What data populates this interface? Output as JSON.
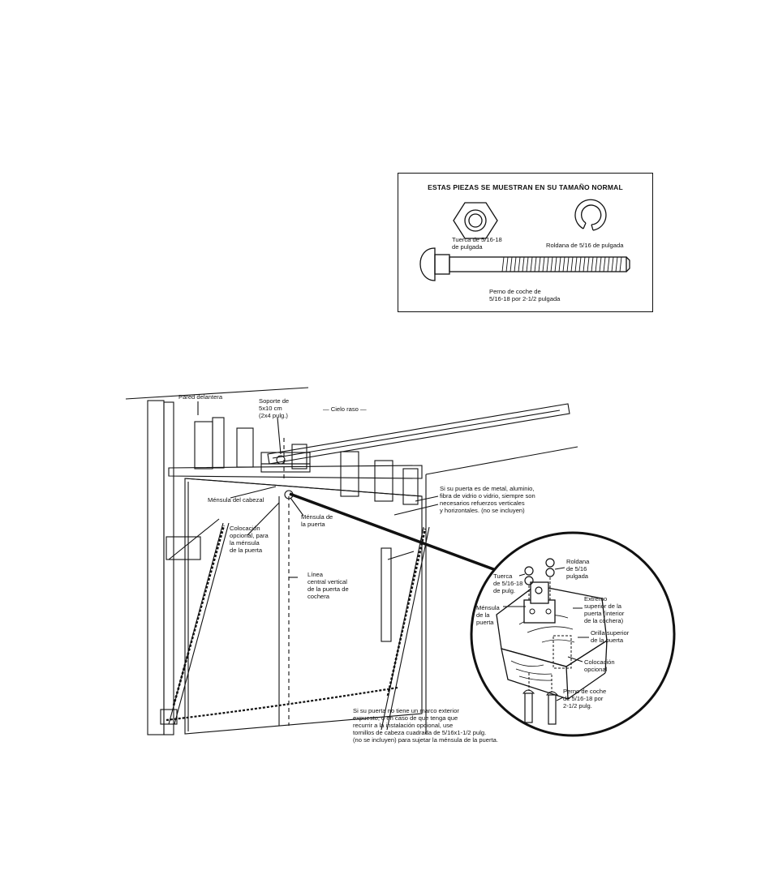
{
  "parts_box": {
    "title": "ESTAS PIEZAS SE MUESTRAN EN SU TAMAÑO NORMAL",
    "nut_label": "Tuerca de 5/16-18\nde pulgada",
    "washer_label": "Roldana de 5/16 de pulgada",
    "bolt_label": "Perno de coche de\n5/16-18 por 2-1/2 pulgada"
  },
  "diagram": {
    "front_wall": "Pared delantera",
    "support": "Soporte de\n5x10 cm\n(2x4 pulg.)",
    "ceiling": "— Cielo raso —",
    "header_bracket": "Ménsula del cabezal",
    "optional_placement": "Colocación\nopcional, para\nla ménsula\nde la puerta",
    "door_bracket": "Ménsula de\nla puerta",
    "centerline": "Línea\ncentral vertical\nde la puerta de\ncochera",
    "reinforcement_note": "Si su puerta es de metal, aluminio,\nfibra de vidrio o vidrio, siempre son\nnecesarios refuerzos verticales\ny horizontales. (no se incluyen)",
    "frame_note": "Si su  puerta no tiene un marco exterior\nexpuesto, o en caso de que tenga que\nrecurrir a la instalación opcional, use\ntornillos de cabeza cuadrada de 5/16x1-1/2 pulg.\n(no se incluyen) para sujetar la ménsula de la puerta."
  },
  "detail": {
    "nut": "Tuerca\nde 5/16-18\nde pulg.",
    "washer": "Roldana\nde 5/16\npulgada",
    "door_bracket": "Ménsula\nde la\npuerta",
    "door_top_end": "Extremo\nsuperior de la\npuerta (interior\nde la cochera)",
    "door_top_edge": "Orilla superior\nde la puerta",
    "optional_placement": "Colocación\nopcional",
    "bolt": "Perno de coche\nde 5/16-18 por\n2-1/2 pulg."
  }
}
